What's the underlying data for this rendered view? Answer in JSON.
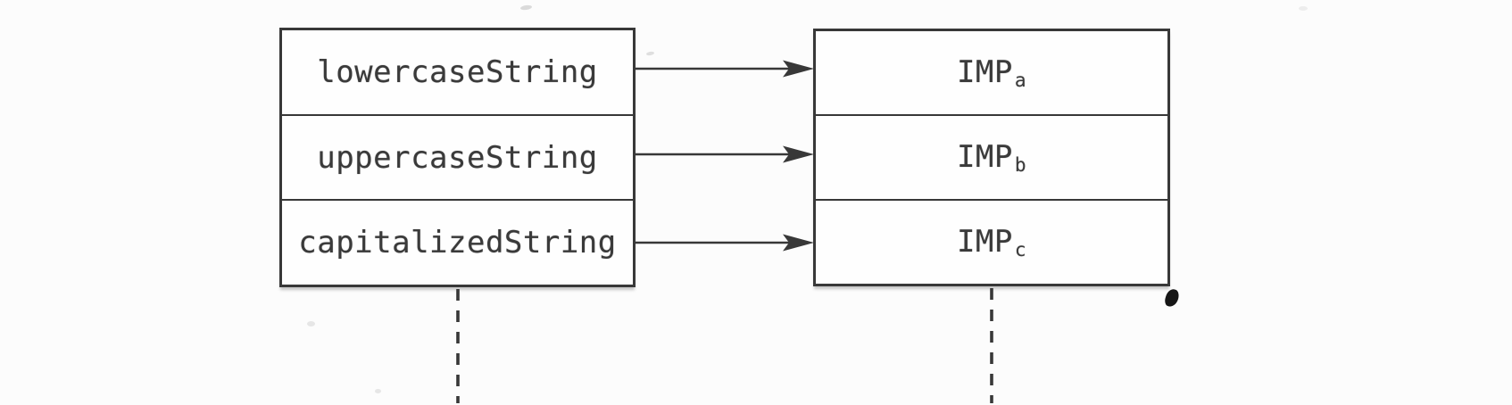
{
  "diagram": {
    "left_box": {
      "rows": [
        {
          "label": "lowercaseString"
        },
        {
          "label": "uppercaseString"
        },
        {
          "label": "capitalizedString"
        }
      ]
    },
    "right_box": {
      "rows": [
        {
          "base": "IMP",
          "sub": "a"
        },
        {
          "base": "IMP",
          "sub": "b"
        },
        {
          "base": "IMP",
          "sub": "c"
        }
      ]
    },
    "colors": {
      "line": "#383838",
      "text": "#3a3a3a",
      "background": "#fcfcfc"
    }
  }
}
